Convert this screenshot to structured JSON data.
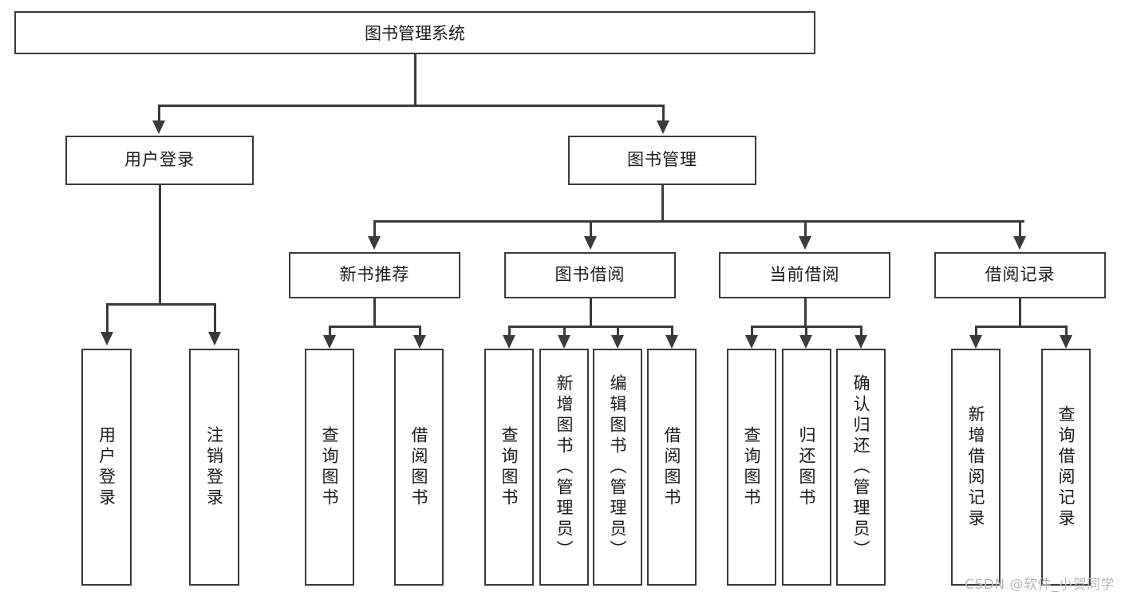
{
  "diagram": {
    "title": "图书管理系统",
    "type": "hierarchy-tree",
    "root": {
      "label": "图书管理系统"
    },
    "level2": [
      {
        "label": "用户登录"
      },
      {
        "label": "图书管理"
      }
    ],
    "level3": [
      {
        "label": "新书推荐"
      },
      {
        "label": "图书借阅"
      },
      {
        "label": "当前借阅"
      },
      {
        "label": "借阅记录"
      }
    ],
    "leaves": {
      "user_login": [
        {
          "label": "用户登录"
        },
        {
          "label": "注销登录"
        }
      ],
      "new_book_recommend": [
        {
          "label": "查询图书"
        },
        {
          "label": "借阅图书"
        }
      ],
      "book_borrow": [
        {
          "label": "查询图书"
        },
        {
          "label": "新增图书（管理员）"
        },
        {
          "label": "编辑图书（管理员）"
        },
        {
          "label": "借阅图书"
        }
      ],
      "current_borrow": [
        {
          "label": "查询图书"
        },
        {
          "label": "归还图书"
        },
        {
          "label": "确认归还（管理员）"
        }
      ],
      "borrow_record": [
        {
          "label": "新增借阅记录"
        },
        {
          "label": "查询借阅记录"
        }
      ]
    }
  },
  "watermark": {
    "text": "CSDN @软件_小贺同学"
  },
  "colors": {
    "stroke": "#3a3a3a",
    "background": "#ffffff",
    "text": "#1a1a1a",
    "watermark": "#b8b8b8"
  }
}
